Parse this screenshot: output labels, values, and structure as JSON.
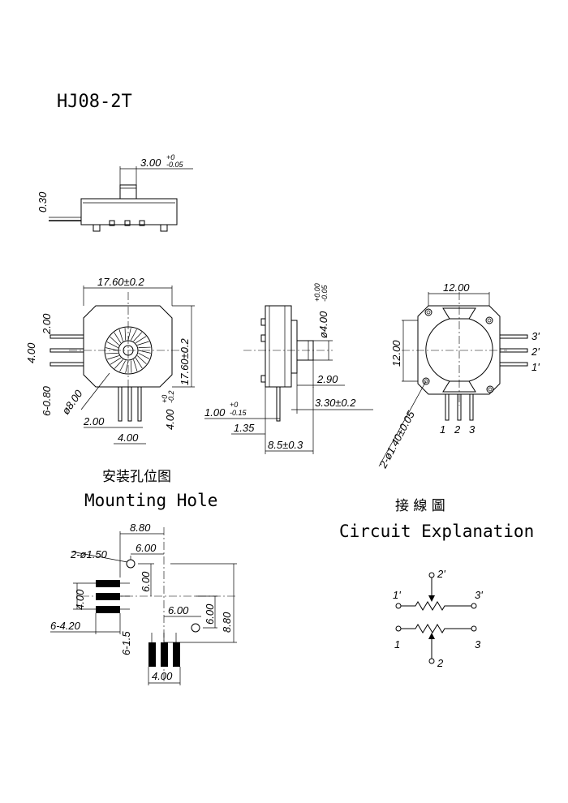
{
  "title": "HJ08-2T",
  "side_view": {
    "dim_width": "3.00",
    "dim_width_tol_upper": "+0",
    "dim_width_tol_lower": "-0.05",
    "dim_thickness": "0.30"
  },
  "front_view": {
    "dim_width": "17.60±0.2",
    "dim_height": "17.60±0.2",
    "dim_pin_spacing_top": "2.00",
    "dim_pin_group": "4.00",
    "dim_pin_pitch": "6-0.80",
    "dim_knob_dia": "ø8.00",
    "dim_bottom_pitch": "2.00",
    "dim_bottom_group": "4.00",
    "dim_offset": "4.00",
    "dim_offset_tol_upper": "+0",
    "dim_offset_tol_lower": "-0.2"
  },
  "profile_view": {
    "dim_shaft_dia": "ø4.00",
    "dim_shaft_tol_upper": "+0.00",
    "dim_shaft_tol_lower": "-0.05",
    "dim_shaft_len": "2.90",
    "dim_body": "3.30±0.2",
    "dim_pin_thk": "1.00",
    "dim_pin_tol_upper": "+0",
    "dim_pin_tol_lower": "-0.15",
    "dim_gap": "1.35",
    "dim_total": "8.5±0.3"
  },
  "back_view": {
    "dim_width": "12.00",
    "dim_height": "12.00",
    "dim_holes": "2-ø1.40±0.05",
    "pins_right": [
      "3'",
      "2'",
      "1'"
    ],
    "pins_bottom": [
      "1",
      "2",
      "3"
    ]
  },
  "mounting": {
    "title_cn": "安装孔位图",
    "title_en": "Mounting Hole",
    "dim_span": "8.80",
    "dim_hole_dia": "2-ø1.50",
    "dim_a": "6.00",
    "dim_b": "6.00",
    "dim_c": "6.00",
    "dim_d": "6.00",
    "dim_pad_group": "4.00",
    "dim_slots": "6-4.20",
    "dim_slot_w": "6-1.5",
    "dim_span2": "8.80",
    "dim_bottom_group": "4.00"
  },
  "circuit": {
    "title_cn": "接 線 圖",
    "title_en": "Circuit Explanation",
    "labels_top": [
      "1'",
      "2'",
      "3'"
    ],
    "labels_bottom": [
      "1",
      "2",
      "3"
    ]
  }
}
